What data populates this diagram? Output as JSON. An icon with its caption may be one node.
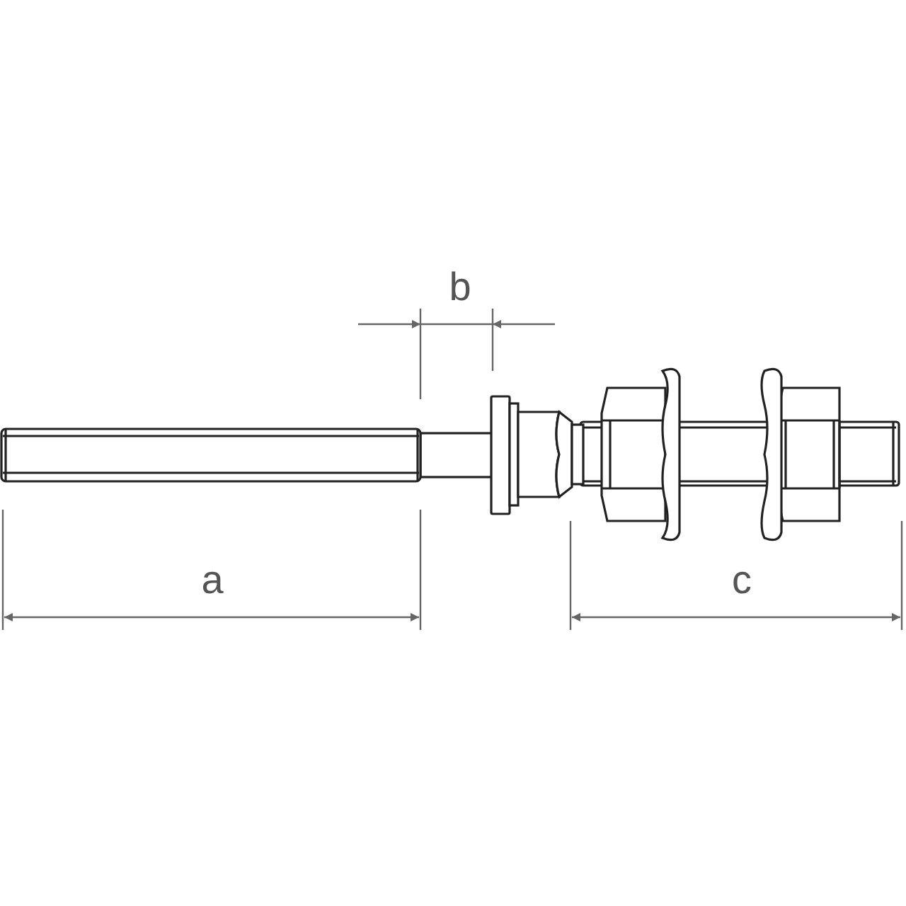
{
  "diagram": {
    "labels": [
      "b",
      "a",
      "c"
    ]
  }
}
